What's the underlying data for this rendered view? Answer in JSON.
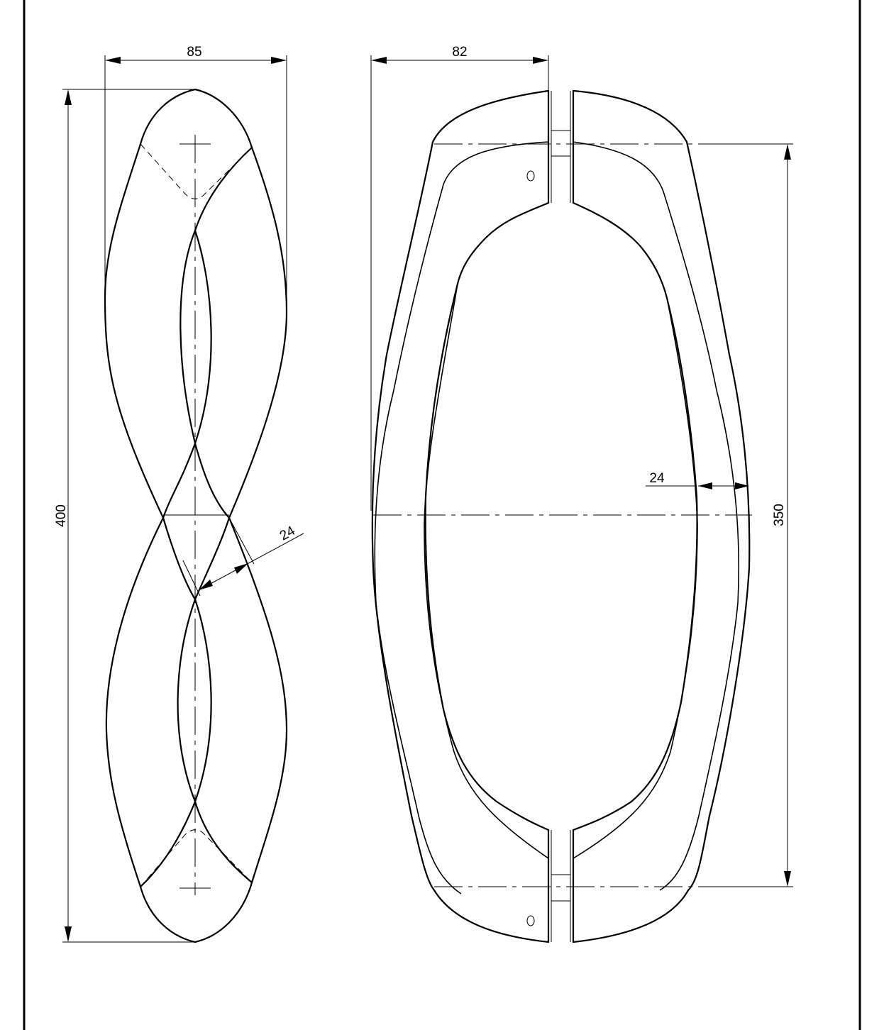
{
  "drawing": {
    "front_view": {
      "width_label": "85",
      "height_label": "400",
      "thickness_label": "24"
    },
    "side_view": {
      "depth_label": "82",
      "center_distance_label": "350",
      "thickness_label": "24"
    }
  }
}
